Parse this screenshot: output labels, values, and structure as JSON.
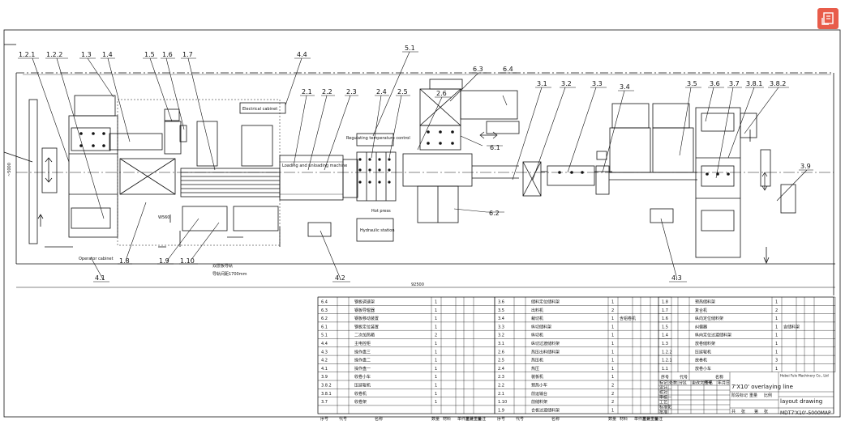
{
  "drawing": {
    "callouts": [
      "1.2.1",
      "1.2.2",
      "1.3",
      "1.4",
      "1.5",
      "1.6",
      "1.7",
      "4.4",
      "5.1",
      "6.3",
      "6.4",
      "2.1",
      "2.2",
      "2.3",
      "2.4",
      "2.5",
      "2.6",
      "3.1",
      "3.2",
      "3.3",
      "3.4",
      "3.5",
      "3.6",
      "3.7",
      "3.8.1",
      "3.8.2",
      "3.9",
      "6.1",
      "6.2",
      "1.8",
      "1.9",
      "1.10",
      "4.1",
      "4.2",
      "4.3"
    ],
    "equipment_labels": {
      "electrical_cabinet": "Electrical cabinet",
      "loading_unloading": "Loading and unloading machine",
      "regulating_temp": "Regulating temperature control",
      "hot_press": "Hot press",
      "hydraulic_station": "Hydraulic station",
      "operator_cabinet": "Operator cabinet"
    },
    "dimensions": {
      "total_length": "92500",
      "height": "~5000"
    },
    "small_notes": [
      "W560",
      "双层板导轨",
      "导轨间距1700mm"
    ]
  },
  "title_block": {
    "header": [
      "序号",
      "代号",
      "名称",
      "数量",
      "材料",
      "单件重量",
      "总计重量",
      "备注"
    ],
    "col1": [
      {
        "no": "6.4",
        "name": "钢板调速架",
        "qty": "1"
      },
      {
        "no": "6.3",
        "name": "钢板导辊器",
        "qty": "1"
      },
      {
        "no": "6.2",
        "name": "钢板移动装置",
        "qty": "1"
      },
      {
        "no": "6.1",
        "name": "钢板定位装置",
        "qty": "1"
      },
      {
        "no": "5.1",
        "name": "二次加热箱",
        "qty": "2"
      },
      {
        "no": "4.4",
        "name": "主电控柜",
        "qty": "1"
      },
      {
        "no": "4.3",
        "name": "操作盘三",
        "qty": "1"
      },
      {
        "no": "4.2",
        "name": "操作盘二",
        "qty": "1"
      },
      {
        "no": "4.1",
        "name": "操作盘一",
        "qty": "1"
      },
      {
        "no": "3.9",
        "name": "收卷小车",
        "qty": "1"
      },
      {
        "no": "3.8.2",
        "name": "压延辊机",
        "qty": "1"
      },
      {
        "no": "3.8.1",
        "name": "收卷机",
        "qty": "1"
      },
      {
        "no": "3.7",
        "name": "收卷架",
        "qty": "1"
      }
    ],
    "col2": [
      {
        "no": "3.6",
        "name": "储料定位储料架",
        "qty": "1"
      },
      {
        "no": "3.5",
        "name": "出料机",
        "qty": "2"
      },
      {
        "no": "3.4",
        "name": "裁切机",
        "qty": "1",
        "note": "含铝卷机"
      },
      {
        "no": "3.3",
        "name": "纵切储料架",
        "qty": "1"
      },
      {
        "no": "3.2",
        "name": "纵切机",
        "qty": "1"
      },
      {
        "no": "3.1",
        "name": "纵切过渡储料架",
        "qty": "1"
      },
      {
        "no": "2.6",
        "name": "热压出料储料架",
        "qty": "1"
      },
      {
        "no": "2.5",
        "name": "热压机",
        "qty": "1"
      },
      {
        "no": "2.4",
        "name": "热压",
        "qty": "1"
      },
      {
        "no": "2.3",
        "name": "装板机",
        "qty": "1"
      },
      {
        "no": "2.2",
        "name": "预热小车",
        "qty": "2"
      },
      {
        "no": "2.1",
        "name": "前运输台",
        "qty": "2"
      },
      {
        "no": "1.10",
        "name": "前储料架",
        "qty": "2"
      },
      {
        "no": "1.9",
        "name": "合板过渡储料架",
        "qty": "1"
      }
    ],
    "col3": [
      {
        "no": "1.8",
        "name": "预热储料架",
        "qty": "1"
      },
      {
        "no": "1.7",
        "name": "复合机",
        "qty": "2"
      },
      {
        "no": "1.6",
        "name": "纵向定位储料架",
        "qty": "1"
      },
      {
        "no": "1.5",
        "name": "纠偏器",
        "qty": "1",
        "note": "含储料架"
      },
      {
        "no": "1.4",
        "name": "纵向定位过渡储料架",
        "qty": "1"
      },
      {
        "no": "1.3",
        "name": "放卷储料架",
        "qty": "1"
      },
      {
        "no": "1.2.2",
        "name": "压延辊机",
        "qty": "1"
      },
      {
        "no": "1.2.1",
        "name": "放卷机",
        "qty": "3"
      },
      {
        "no": "1.1",
        "name": "放卷小车",
        "qty": "1"
      }
    ],
    "company": "Hebei Fule Machinery Co., Ltd",
    "line_name": "7'X10' overlaying line",
    "drawing_name": "layout drawing",
    "drawing_no": "MDT7'X10'-5000MAP",
    "sign_labels": [
      "标记",
      "处数",
      "分区",
      "更改文件号",
      "签名",
      "年月日"
    ],
    "people_labels": [
      "设计",
      "校对",
      "审核",
      "工艺",
      "标准化",
      "批准"
    ],
    "stage_labels": [
      "阶段标记",
      "重量",
      "比例"
    ],
    "sheet_labels": [
      "共",
      "张",
      "第",
      "张"
    ]
  },
  "corner_button": {
    "icon": "open-document-icon"
  }
}
